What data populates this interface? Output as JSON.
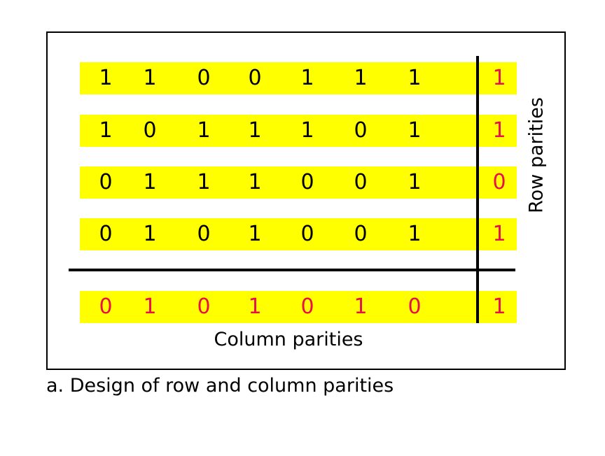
{
  "grid": {
    "rows": [
      {
        "bits": [
          "1",
          "1",
          "0",
          "0",
          "1",
          "1",
          "1"
        ],
        "parity": "1"
      },
      {
        "bits": [
          "1",
          "0",
          "1",
          "1",
          "1",
          "0",
          "1"
        ],
        "parity": "1"
      },
      {
        "bits": [
          "0",
          "1",
          "1",
          "1",
          "0",
          "0",
          "1"
        ],
        "parity": "0"
      },
      {
        "bits": [
          "0",
          "1",
          "0",
          "1",
          "0",
          "0",
          "1"
        ],
        "parity": "1"
      }
    ],
    "column_parities": {
      "bits": [
        "0",
        "1",
        "0",
        "1",
        "0",
        "1",
        "0"
      ],
      "parity": "1"
    }
  },
  "labels": {
    "column": "Column parities",
    "row": "Row parities"
  },
  "caption": "a. Design of row and column parities",
  "colors": {
    "band": "#ffff00",
    "parity_text": "#e8104a",
    "data_text": "#000000"
  }
}
